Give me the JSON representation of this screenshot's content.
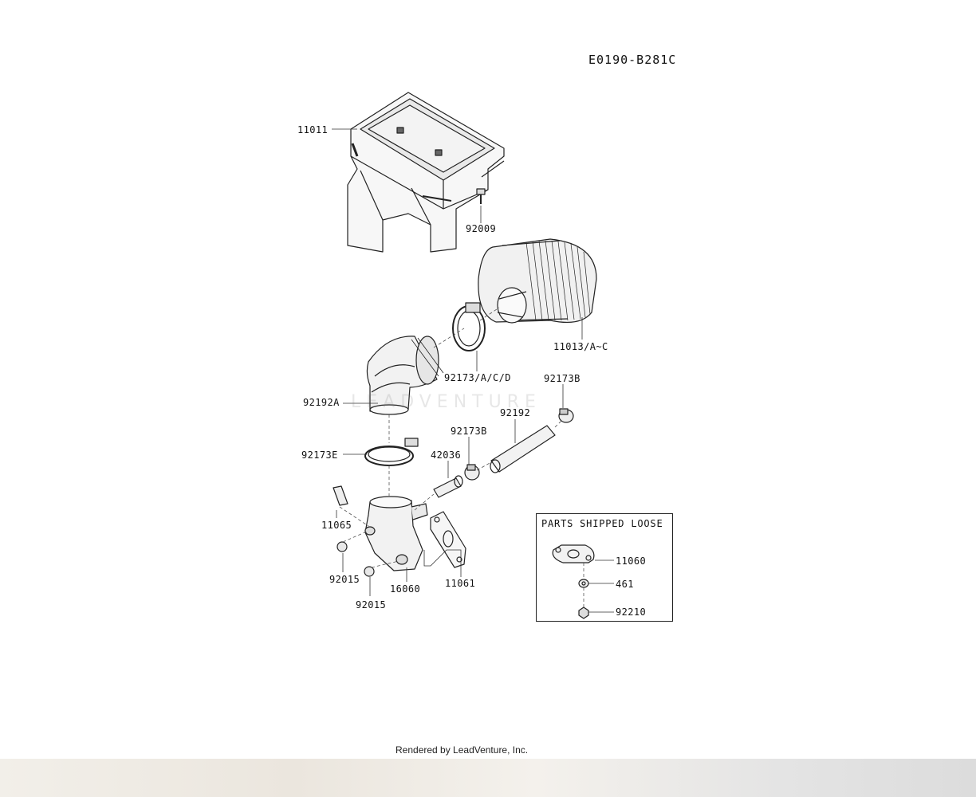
{
  "diagram_code": "E0190-B281C",
  "watermark": "LEADVENTURE",
  "credit": "Rendered by LeadVenture, Inc.",
  "loose_box_title": "PARTS SHIPPED LOOSE",
  "labels": {
    "p11011": "11011",
    "p92009": "92009",
    "p11013": "11013/A~C",
    "p92173acd": "92173/A/C/D",
    "p92173b_top": "92173B",
    "p92192a": "92192A",
    "p92192": "92192",
    "p92173b_mid": "92173B",
    "p92173e": "92173E",
    "p42036": "42036",
    "p11065": "11065",
    "p92015_a": "92015",
    "p92015_b": "92015",
    "p16060": "16060",
    "p11061": "11061",
    "p11060": "11060",
    "p461": "461",
    "p92210": "92210"
  }
}
